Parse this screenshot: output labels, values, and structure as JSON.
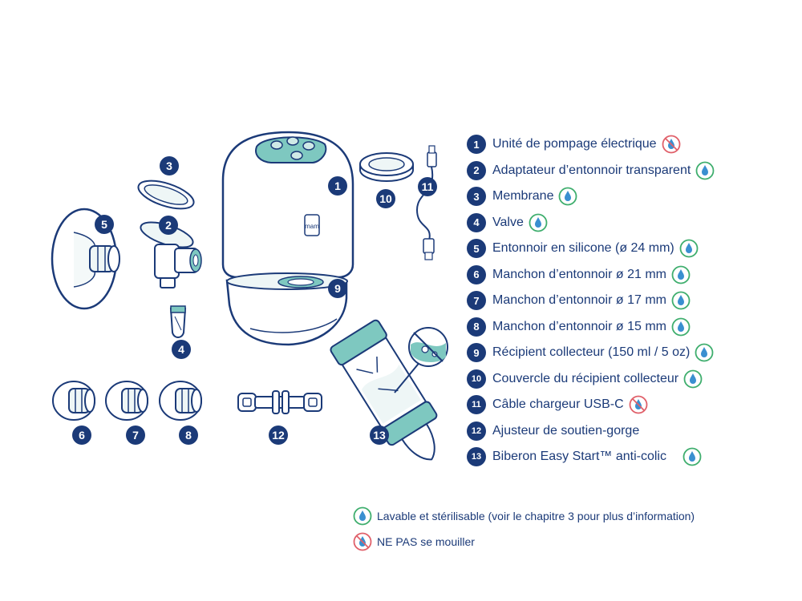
{
  "parts": [
    {
      "num": "1",
      "label": "Unité de pompage électrique",
      "icon": "no-water-icon"
    },
    {
      "num": "2",
      "label": "Adaptateur d’entonnoir transparent",
      "icon": "washable-icon"
    },
    {
      "num": "3",
      "label": "Membrane",
      "icon": "washable-icon"
    },
    {
      "num": "4",
      "label": "Valve",
      "icon": "washable-icon"
    },
    {
      "num": "5",
      "label": "Entonnoir en silicone (ø 24 mm)",
      "icon": "washable-icon"
    },
    {
      "num": "6",
      "label": "Manchon d’entonnoir ø 21 mm",
      "icon": "washable-icon"
    },
    {
      "num": "7",
      "label": "Manchon d’entonnoir ø 17 mm",
      "icon": "washable-icon"
    },
    {
      "num": "8",
      "label": "Manchon d’entonnoir ø 15 mm",
      "icon": "washable-icon"
    },
    {
      "num": "9",
      "label": "Récipient collecteur (150 ml / 5 oz)",
      "icon": "washable-icon"
    },
    {
      "num": "10",
      "label": "Couvercle du récipient collecteur",
      "icon": "washable-icon"
    },
    {
      "num": "11",
      "label": "Câble chargeur USB-C",
      "icon": "no-water-icon"
    },
    {
      "num": "12",
      "label": "Ajusteur de soutien-gorge",
      "icon": ""
    },
    {
      "num": "13",
      "label": "Biberon Easy Start™ anti-colic",
      "icon": "washable-icon"
    }
  ],
  "footnotes": {
    "washable": "Lavable et stérilisable (voir le chapitre 3 pour plus d’information)",
    "no_water": "NE PAS se mouiller"
  },
  "device": {
    "logo": "mam"
  },
  "colors": {
    "navy": "#1b3a78",
    "teal": "#7ec8c0",
    "washable_ring": "#3fae6e",
    "no_water_ring": "#e0606a",
    "drop": "#3a8fd0"
  }
}
